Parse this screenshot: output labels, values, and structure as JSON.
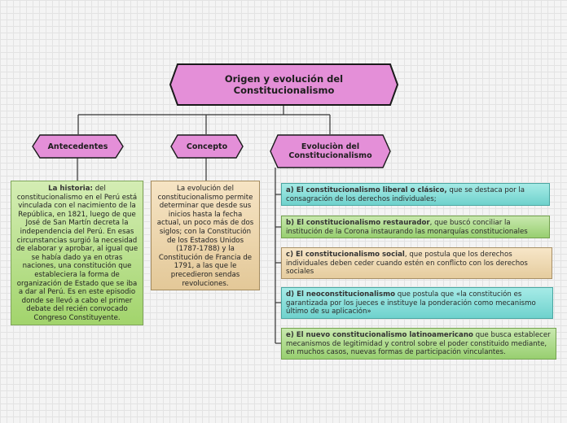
{
  "root": {
    "title": "Origen y evolución del Constitucionalismo"
  },
  "branches": [
    {
      "label": "Antecedentes"
    },
    {
      "label": "Concepto"
    },
    {
      "label": "Evoluciòn del Constitucionalismo"
    }
  ],
  "antecedentes": {
    "lead": "La historia:",
    "text": " del constitucionalismo en el Perú está vinculada con el nacimiento de la República, en 1821, luego de que José de  San Martín decreta la independencia del Perú. En esas circunstancias surgió la necesidad de elaborar y aprobar, al igual que se había dado ya en otras naciones, una constitución que estableciera la forma de organización de Estado que se iba a dar al Perú. Es en este episodio donde se llevó a cabo el primer debate del recién convocado Congreso Constituyente."
  },
  "concepto": {
    "text": "La evolución del constitucionalismo permite determinar que desde sus inicios hasta la fecha actual, un poco más de dos siglos; con la Constitución de los Estados Unidos (1787-1788) y la Constitución de Francia de 1791, a las que le precedieron sendas revoluciones."
  },
  "evolucion": [
    {
      "lead": "a) El constitucionalismo liberal o clásico,",
      "text": " que se destaca por la consagración de los derechos individuales;",
      "color": "#7fdcd8"
    },
    {
      "lead": "b) El constitucionalismo restaurador",
      "text": ", que buscó conciliar la institución de la Corona instaurando las monarquías constitucionales",
      "color": "#a9d98a"
    },
    {
      "lead": "c) El constitucionalismo social",
      "text": ", que postula que los derechos individuales deben ceder cuando estén en conflicto con los derechos sociales",
      "color": "#ecd6b0"
    },
    {
      "lead": "d) El neoconstitucionalismo",
      "text": " que postula que «la constitución es garantizada por los jueces e instituye la ponderación como mecanismo último de su aplicación»",
      "color": "#7fdcd8"
    },
    {
      "lead": "e) El nuevo constitucionalismo latinoamericano",
      "text": " que busca establecer mecanismos de legitimidad y control sobre el poder constituido mediante, en muchos casos, nuevas formas de participación vinculantes.",
      "color": "#a9d98a"
    }
  ],
  "colors": {
    "hex_fill": "#e48fd8",
    "hex_border": "#1a1a1a",
    "line": "#333333"
  }
}
